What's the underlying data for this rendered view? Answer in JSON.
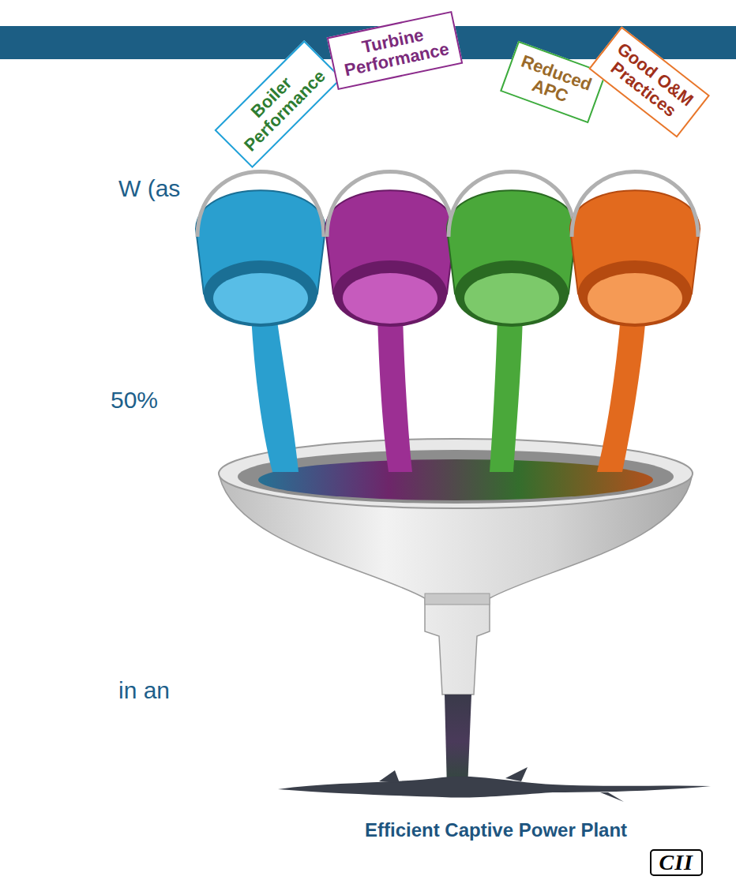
{
  "diagram": {
    "nodes": [
      {
        "text": [
          "Boiler Performance"
        ]
      },
      {
        "text": [
          "Turbine Performance"
        ]
      },
      {
        "text": [
          "Reduced APC"
        ]
      },
      {
        "text": [
          "Good O&M Practices"
        ]
      },
      {
        "text": [
          "CII"
        ]
      }
    ],
    "labels": [
      "W (as",
      "50%",
      "in an",
      "Efficient Captive Power Plant"
    ]
  }
}
